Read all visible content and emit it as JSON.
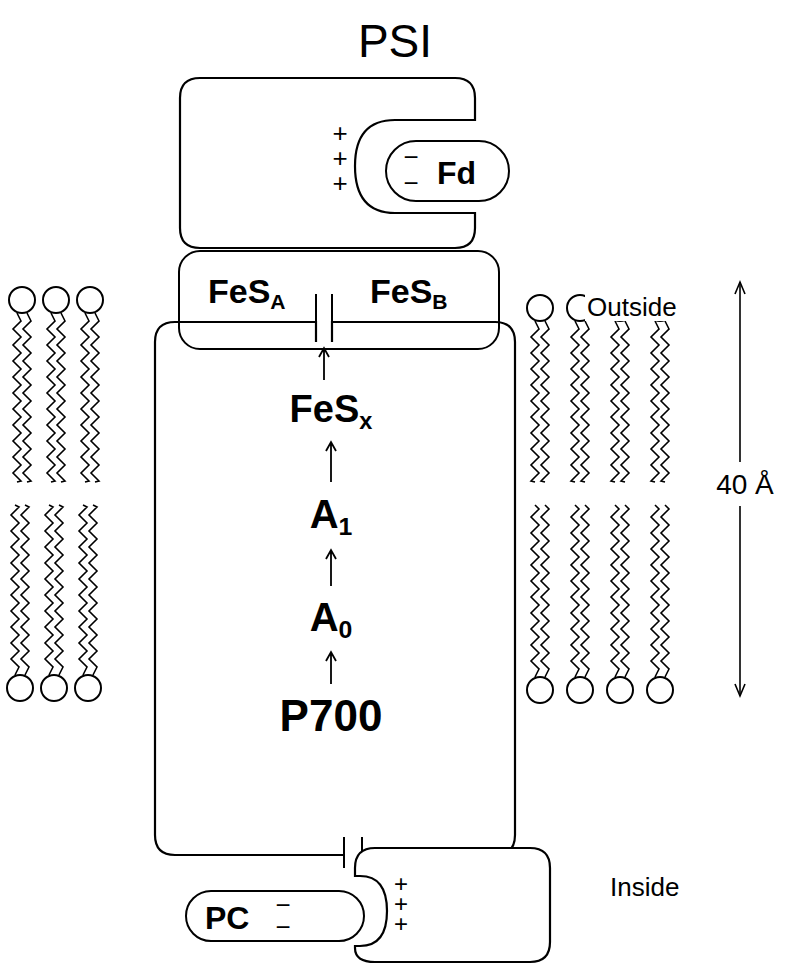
{
  "diagram": {
    "title": "PSI",
    "nodes": [
      {
        "text": [
          "+",
          "+",
          "+"
        ]
      },
      {
        "text": [
          "−",
          "−",
          "Fd"
        ]
      },
      {
        "text": [
          "FeSA",
          "FeSB"
        ]
      },
      {
        "text": [
          "FeSx",
          "A1",
          "A0",
          "P700"
        ]
      },
      {
        "text": [
          "+",
          "+",
          "+"
        ]
      },
      {
        "text": [
          "PC",
          "−",
          "−"
        ]
      }
    ],
    "labels": [
      "Outside",
      "40 Å",
      "Inside"
    ]
  }
}
